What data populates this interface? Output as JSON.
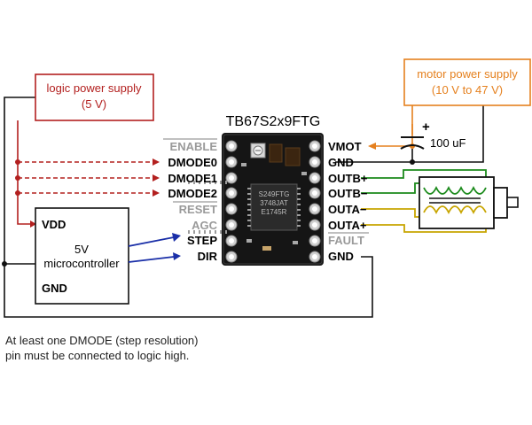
{
  "title": "TB67S2x9FTG",
  "logic_supply": {
    "line1": "logic power supply",
    "line2": "(5 V)"
  },
  "motor_supply": {
    "line1": "motor power supply",
    "line2": "(10 V to 47 V)"
  },
  "capacitor": {
    "label": "100 uF",
    "polarity": "+"
  },
  "microcontroller": {
    "vdd": "VDD",
    "line1": "5V",
    "line2": "microcontroller",
    "gnd": "GND"
  },
  "left_pins": [
    {
      "label": "ENABLE",
      "overline": true,
      "gray": true
    },
    {
      "label": "DMODE0",
      "overline": false,
      "gray": false
    },
    {
      "label": "DMODE1",
      "overline": false,
      "gray": false
    },
    {
      "label": "DMODE2",
      "overline": false,
      "gray": false
    },
    {
      "label": "RESET",
      "overline": true,
      "gray": true
    },
    {
      "label": "AGC",
      "overline": false,
      "gray": true
    },
    {
      "label": "STEP",
      "overline": false,
      "gray": false
    },
    {
      "label": "DIR",
      "overline": false,
      "gray": false
    }
  ],
  "right_pins": [
    {
      "label": "VMOT",
      "overline": false,
      "gray": false
    },
    {
      "label": "GND",
      "overline": false,
      "gray": false
    },
    {
      "label": "OUTB+",
      "overline": false,
      "gray": false
    },
    {
      "label": "OUTB−",
      "overline": false,
      "gray": false
    },
    {
      "label": "OUTA−",
      "overline": false,
      "gray": false
    },
    {
      "label": "OUTA+",
      "overline": false,
      "gray": false
    },
    {
      "label": "FAULT",
      "overline": true,
      "gray": true
    },
    {
      "label": "GND",
      "overline": false,
      "gray": false
    }
  ],
  "chip_marking": [
    "S249FTG",
    "3748JAT",
    "E1745R"
  ],
  "note": {
    "line1": "At least one DMODE (step resolution)",
    "line2": "pin must be connected to logic high."
  },
  "colors": {
    "logic": "#b3201f",
    "motor": "#e5801e",
    "signal": "#1a2fa8",
    "coil_b": "#1b8a1b",
    "coil_a": "#c8a500",
    "board": "#151515"
  }
}
